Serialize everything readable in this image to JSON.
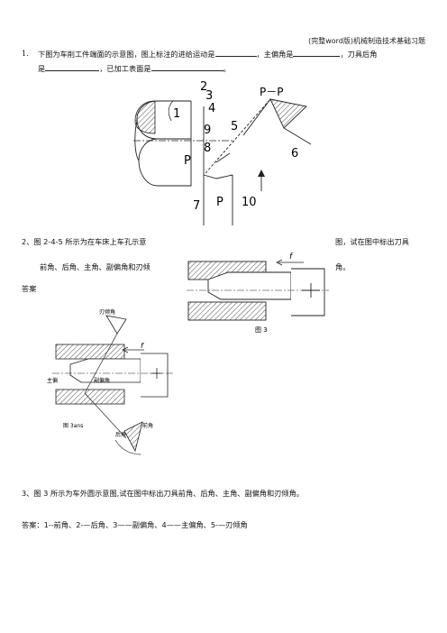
{
  "header": {
    "title": "(完整word版)机械制造技术基础习题"
  },
  "question1": {
    "number": "1.",
    "part1": "下图为车削工件端面的示意图，图上标注的进给运动是",
    "part2": "，主偏角是",
    "part3": "，刀具后角",
    "part4": "是",
    "part5": "，已加工表面是",
    "part6": "。"
  },
  "figure1": {
    "labels": [
      "1",
      "2",
      "3",
      "4",
      "5",
      "6",
      "7",
      "8",
      "9",
      "10"
    ],
    "section_p": "P",
    "section_pp": "P－P"
  },
  "question2": {
    "left_line1": "2、图 2-4-5 所示为在车床上车孔示意",
    "right_line1": "图，试在图中标出刀具",
    "left_line2": "前角、后角、主角、副偏角和刃倾",
    "right_line2": "角。",
    "answer_label": "答案"
  },
  "figure3": {
    "feed_label": "f",
    "caption": "图 3"
  },
  "figure_ans": {
    "feed_label": "f",
    "label_blade_angle": "刃倾角",
    "label_main": "主偏",
    "label_secondary": "副偏角",
    "caption": "图 3ans",
    "label_back": "后角",
    "label_front": "前角"
  },
  "question3": {
    "text": "3、图 3 所示为车外圆示意图,试在图中标出刀具前角、后角、主角、副偏角和刃倾角。",
    "answer": "答案：1--前角、2-—后角、3——副偏角、4——主偏角、5-—刃倾角"
  }
}
